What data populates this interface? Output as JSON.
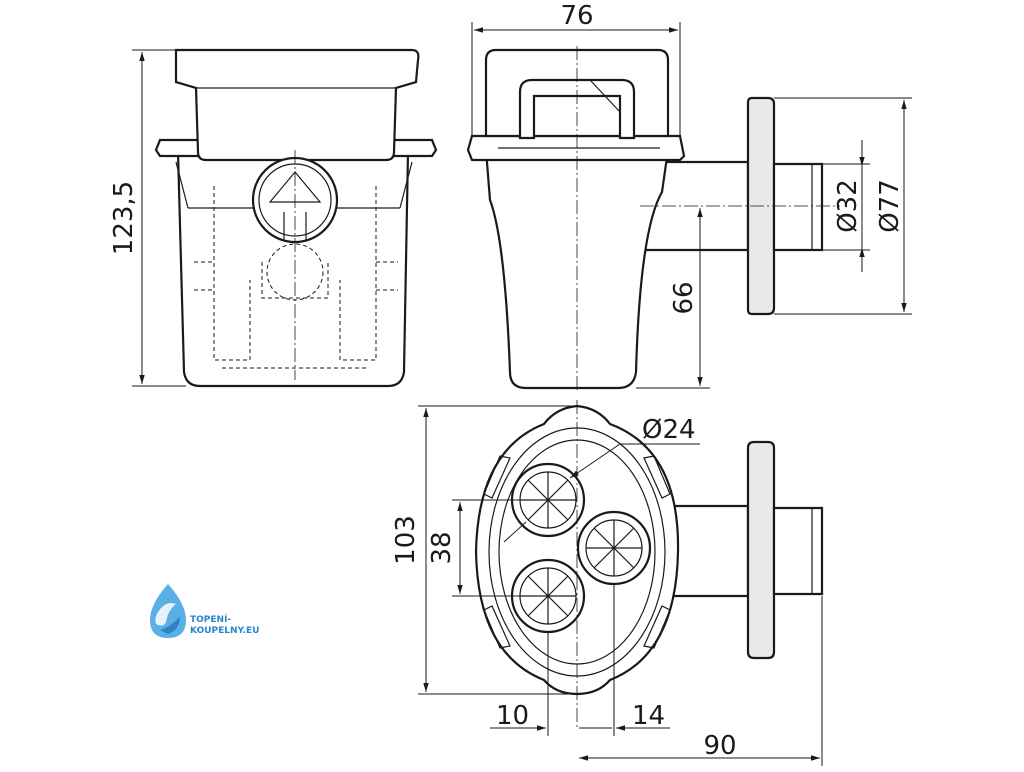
{
  "dimensions": {
    "height_total": "123,5",
    "width_top": "76",
    "dia_small": "Ø32",
    "dia_large": "Ø77",
    "outlet_height": "66",
    "dia_filter": "Ø24",
    "length_plan": "103",
    "spacing": "38",
    "offset_left": "10",
    "offset_right": "14",
    "depth_total": "90"
  },
  "logo": {
    "line1": "TOPENÍ-",
    "line2": "KOUPELNY.EU"
  },
  "colors": {
    "line": "#1a1a1a",
    "logo_blue": "#2a86c8",
    "part_fill": "#e9e9e9"
  }
}
